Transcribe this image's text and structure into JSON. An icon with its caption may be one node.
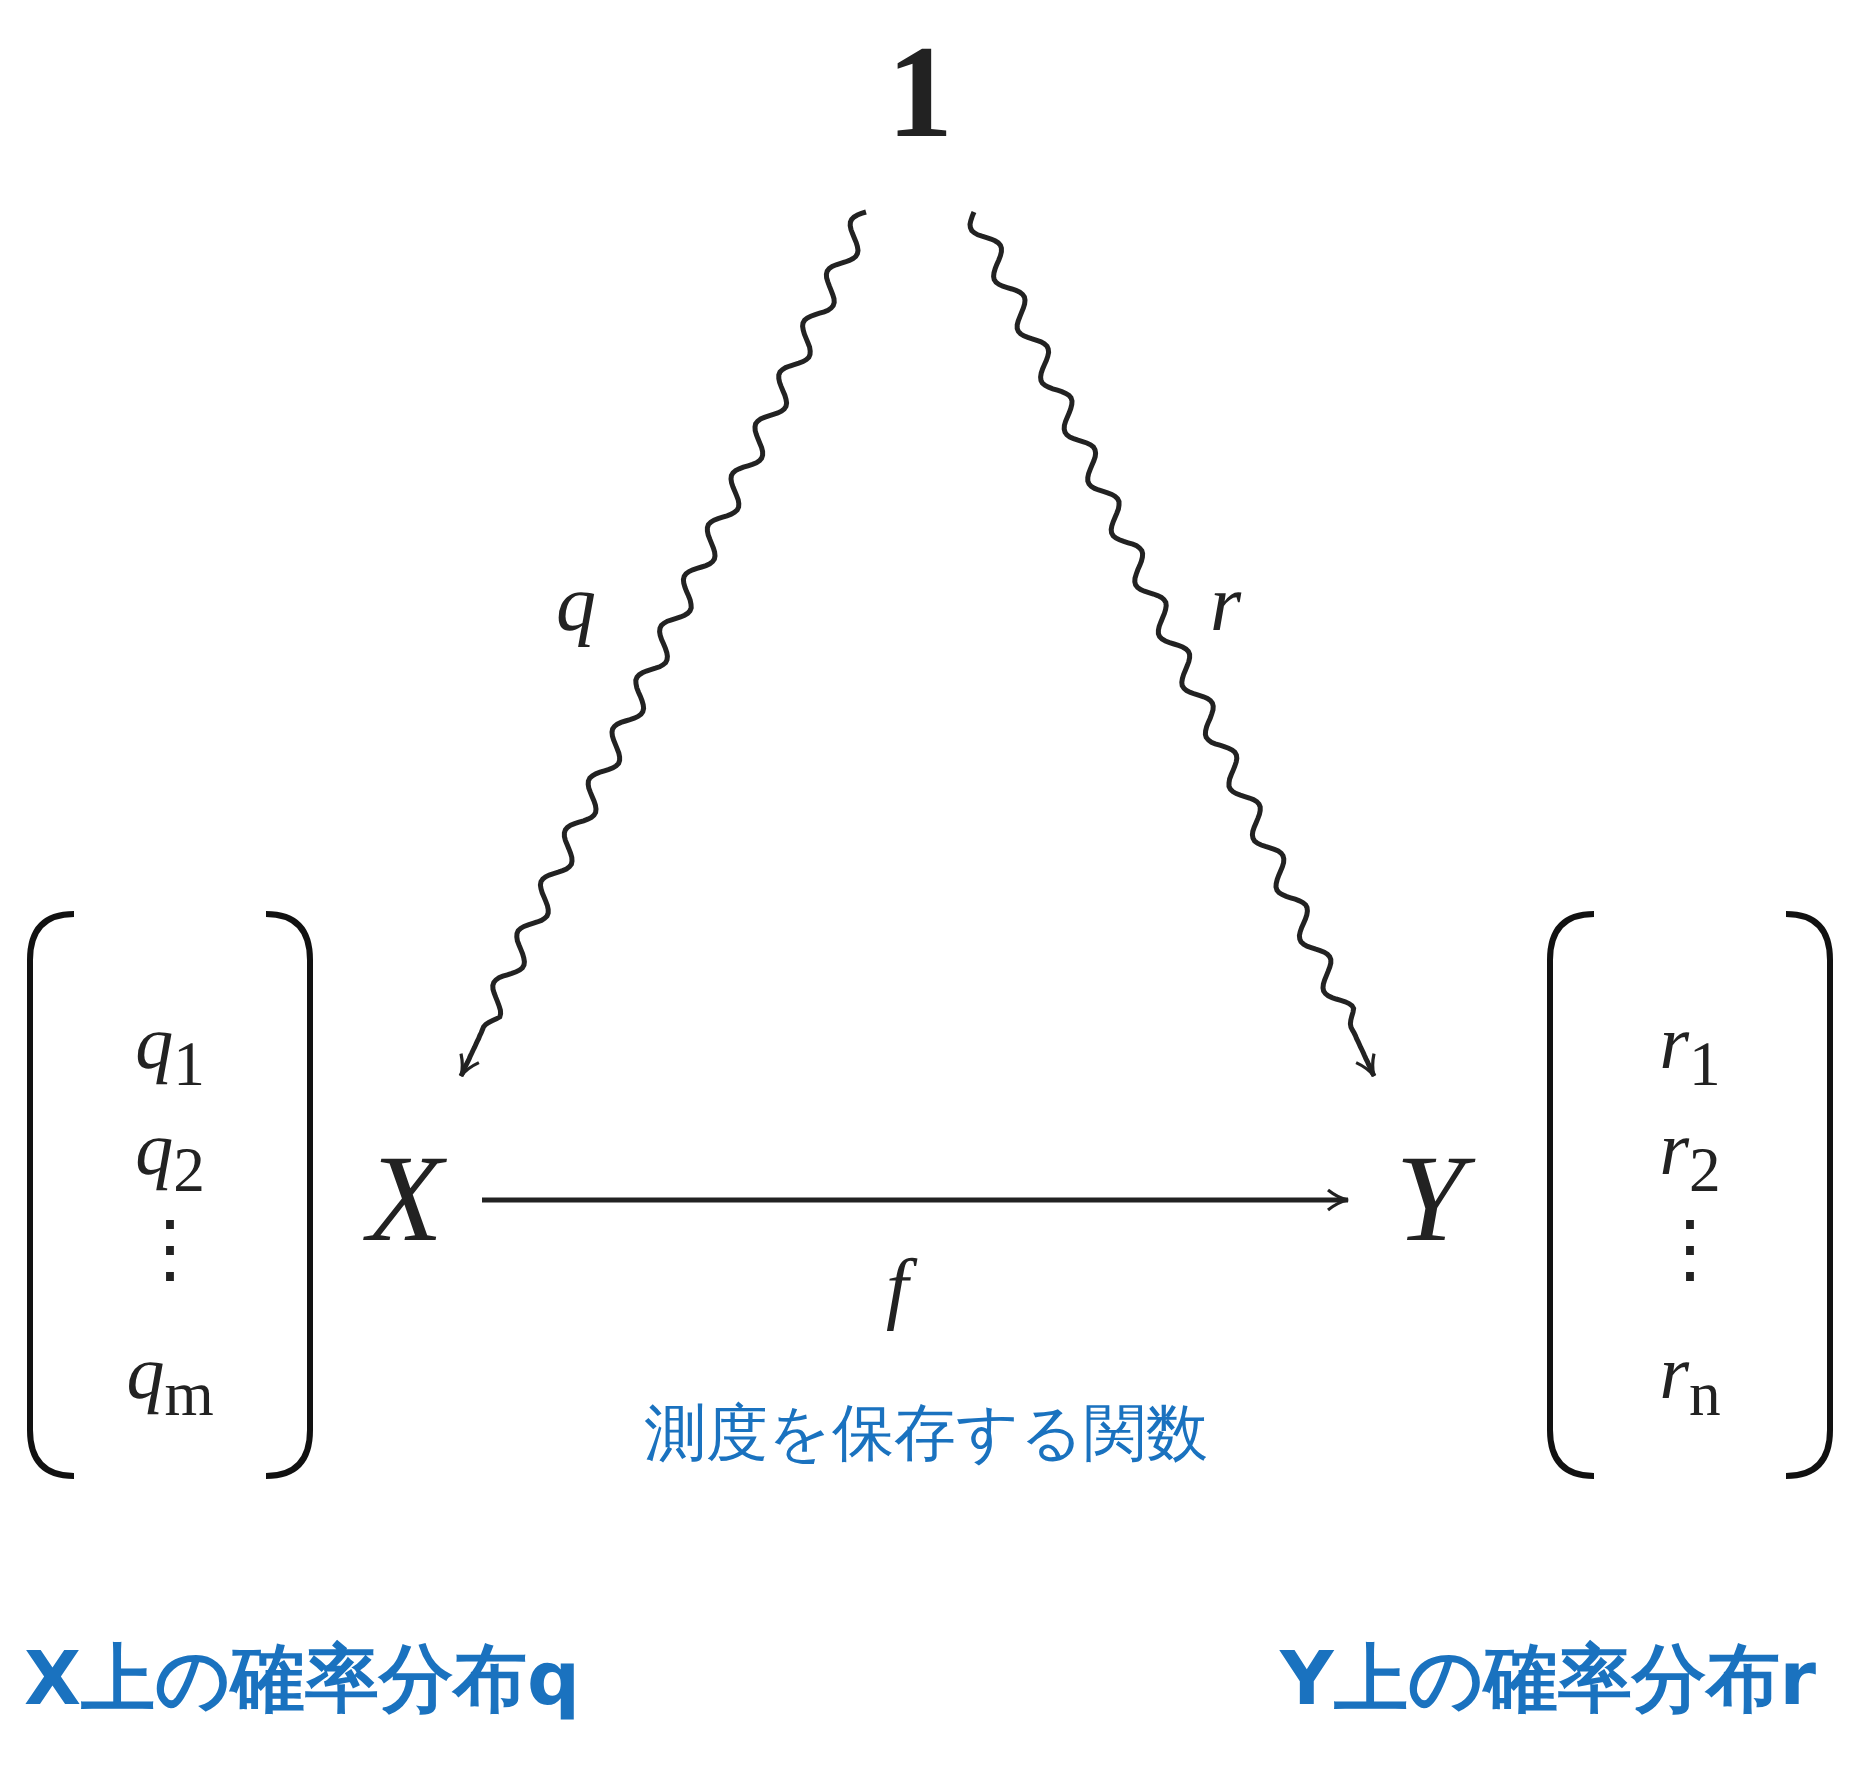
{
  "diagram": {
    "nodes": [
      {
        "text": [
          "1"
        ]
      },
      {
        "text": [
          "X"
        ]
      },
      {
        "text": [
          "Y"
        ]
      }
    ],
    "edges": [
      {
        "from": 0,
        "to": 1,
        "arrow": "to",
        "label": "q"
      },
      {
        "from": 0,
        "to": 2,
        "arrow": "to",
        "label": "r"
      },
      {
        "from": 1,
        "to": 2,
        "arrow": "to",
        "label": "f"
      }
    ],
    "labels": [
      "*q*$_{1}$",
      "*q*$_{2}$",
      "⋮",
      "*q*$_{m}$",
      "*r*$_{1}$",
      "*r*$_{2}$",
      "⋮",
      "*r*$_{n}$",
      "測度を保存する関数",
      "X上の確率分布q",
      "Y上の確率分布r"
    ]
  }
}
